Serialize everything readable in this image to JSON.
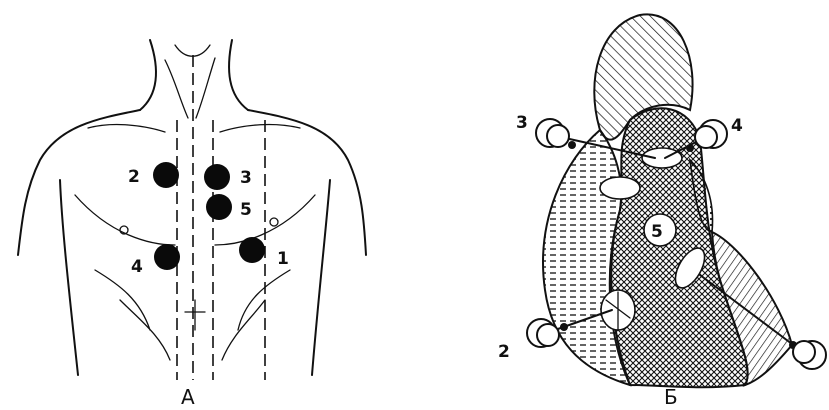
{
  "panel_a": {
    "caption": "А",
    "electrodes": [
      {
        "id": "1",
        "label": "1"
      },
      {
        "id": "2",
        "label": "2"
      },
      {
        "id": "3",
        "label": "3"
      },
      {
        "id": "4",
        "label": "4"
      },
      {
        "id": "5",
        "label": "5"
      }
    ]
  },
  "panel_b": {
    "caption": "Б",
    "electrodes": [
      {
        "id": "2",
        "label": "2"
      },
      {
        "id": "3",
        "label": "3"
      },
      {
        "id": "4",
        "label": "4"
      },
      {
        "id": "5",
        "label": "5"
      }
    ]
  },
  "colors": {
    "ink": "#111111",
    "background": "#ffffff",
    "electrode_fill": "#0a0a0a"
  }
}
